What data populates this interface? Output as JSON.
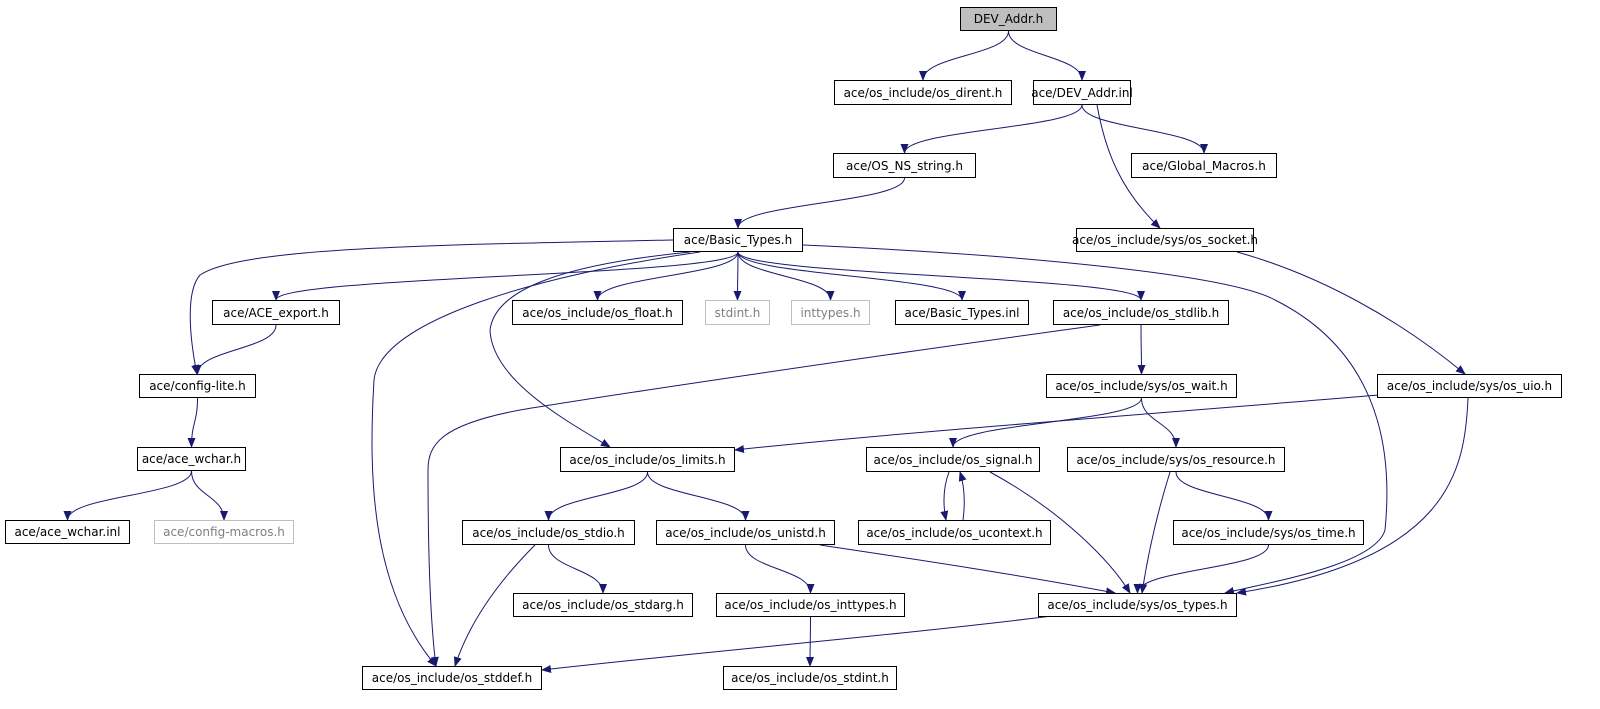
{
  "diagram": {
    "edge_color": "#191970",
    "root_fill": "#bfbfbf",
    "nodes": [
      {
        "id": "dev_addr_h",
        "label": "DEV_Addr.h",
        "root": true
      },
      {
        "id": "os_dirent_h",
        "label": "ace/os_include/os_dirent.h"
      },
      {
        "id": "dev_addr_inl",
        "label": "ace/DEV_Addr.inl"
      },
      {
        "id": "os_ns_string_h",
        "label": "ace/OS_NS_string.h"
      },
      {
        "id": "global_macros_h",
        "label": "ace/Global_Macros.h"
      },
      {
        "id": "basic_types_h",
        "label": "ace/Basic_Types.h"
      },
      {
        "id": "sys_os_socket_h",
        "label": "ace/os_include/sys/os_socket.h"
      },
      {
        "id": "ace_export_h",
        "label": "ace/ACE_export.h"
      },
      {
        "id": "os_float_h",
        "label": "ace/os_include/os_float.h"
      },
      {
        "id": "stdint_h",
        "label": "stdint.h",
        "external": true
      },
      {
        "id": "inttypes_h",
        "label": "inttypes.h",
        "external": true
      },
      {
        "id": "basic_types_inl",
        "label": "ace/Basic_Types.inl"
      },
      {
        "id": "os_stdlib_h",
        "label": "ace/os_include/os_stdlib.h"
      },
      {
        "id": "config_lite_h",
        "label": "ace/config-lite.h"
      },
      {
        "id": "sys_os_wait_h",
        "label": "ace/os_include/sys/os_wait.h"
      },
      {
        "id": "sys_os_uio_h",
        "label": "ace/os_include/sys/os_uio.h"
      },
      {
        "id": "ace_wchar_h",
        "label": "ace/ace_wchar.h"
      },
      {
        "id": "os_limits_h",
        "label": "ace/os_include/os_limits.h"
      },
      {
        "id": "os_signal_h",
        "label": "ace/os_include/os_signal.h"
      },
      {
        "id": "sys_os_resource_h",
        "label": "ace/os_include/sys/os_resource.h"
      },
      {
        "id": "ace_wchar_inl",
        "label": "ace/ace_wchar.inl"
      },
      {
        "id": "config_macros_h",
        "label": "ace/config-macros.h",
        "external": true
      },
      {
        "id": "os_stdio_h",
        "label": "ace/os_include/os_stdio.h"
      },
      {
        "id": "os_unistd_h",
        "label": "ace/os_include/os_unistd.h"
      },
      {
        "id": "os_ucontext_h",
        "label": "ace/os_include/os_ucontext.h"
      },
      {
        "id": "sys_os_time_h",
        "label": "ace/os_include/sys/os_time.h"
      },
      {
        "id": "os_stdarg_h",
        "label": "ace/os_include/os_stdarg.h"
      },
      {
        "id": "os_inttypes_h",
        "label": "ace/os_include/os_inttypes.h"
      },
      {
        "id": "sys_os_types_h",
        "label": "ace/os_include/sys/os_types.h"
      },
      {
        "id": "os_stddef_h",
        "label": "ace/os_include/os_stddef.h"
      },
      {
        "id": "os_stdint_h",
        "label": "ace/os_include/os_stdint.h"
      }
    ],
    "edges": [
      {
        "from": "dev_addr_h",
        "to": "os_dirent_h"
      },
      {
        "from": "dev_addr_h",
        "to": "dev_addr_inl"
      },
      {
        "from": "dev_addr_inl",
        "to": "os_ns_string_h"
      },
      {
        "from": "dev_addr_inl",
        "to": "global_macros_h"
      },
      {
        "from": "dev_addr_inl",
        "to": "sys_os_socket_h"
      },
      {
        "from": "os_ns_string_h",
        "to": "basic_types_h"
      },
      {
        "from": "basic_types_h",
        "to": "config_lite_h"
      },
      {
        "from": "basic_types_h",
        "to": "ace_export_h"
      },
      {
        "from": "basic_types_h",
        "to": "os_float_h"
      },
      {
        "from": "basic_types_h",
        "to": "stdint_h"
      },
      {
        "from": "basic_types_h",
        "to": "inttypes_h"
      },
      {
        "from": "basic_types_h",
        "to": "basic_types_inl"
      },
      {
        "from": "basic_types_h",
        "to": "os_stdlib_h"
      },
      {
        "from": "basic_types_h",
        "to": "os_limits_h"
      },
      {
        "from": "basic_types_h",
        "to": "os_stddef_h"
      },
      {
        "from": "basic_types_h",
        "to": "sys_os_types_h"
      },
      {
        "from": "ace_export_h",
        "to": "config_lite_h"
      },
      {
        "from": "config_lite_h",
        "to": "ace_wchar_h"
      },
      {
        "from": "ace_wchar_h",
        "to": "ace_wchar_inl"
      },
      {
        "from": "ace_wchar_h",
        "to": "config_macros_h"
      },
      {
        "from": "os_stdlib_h",
        "to": "os_stddef_h"
      },
      {
        "from": "os_stdlib_h",
        "to": "sys_os_wait_h"
      },
      {
        "from": "sys_os_socket_h",
        "to": "sys_os_uio_h"
      },
      {
        "from": "sys_os_uio_h",
        "to": "os_limits_h"
      },
      {
        "from": "sys_os_uio_h",
        "to": "sys_os_types_h"
      },
      {
        "from": "sys_os_wait_h",
        "to": "os_signal_h"
      },
      {
        "from": "sys_os_wait_h",
        "to": "sys_os_resource_h"
      },
      {
        "from": "os_limits_h",
        "to": "os_stdio_h"
      },
      {
        "from": "os_limits_h",
        "to": "os_unistd_h"
      },
      {
        "from": "os_signal_h",
        "to": "os_ucontext_h"
      },
      {
        "from": "os_ucontext_h",
        "to": "os_signal_h"
      },
      {
        "from": "os_signal_h",
        "to": "sys_os_types_h"
      },
      {
        "from": "sys_os_resource_h",
        "to": "sys_os_types_h"
      },
      {
        "from": "sys_os_resource_h",
        "to": "sys_os_time_h"
      },
      {
        "from": "sys_os_time_h",
        "to": "sys_os_types_h"
      },
      {
        "from": "os_stdio_h",
        "to": "os_stdarg_h"
      },
      {
        "from": "os_stdio_h",
        "to": "os_stddef_h"
      },
      {
        "from": "os_unistd_h",
        "to": "os_inttypes_h"
      },
      {
        "from": "os_unistd_h",
        "to": "sys_os_types_h"
      },
      {
        "from": "os_inttypes_h",
        "to": "os_stdint_h"
      },
      {
        "from": "sys_os_types_h",
        "to": "os_stddef_h"
      }
    ]
  }
}
